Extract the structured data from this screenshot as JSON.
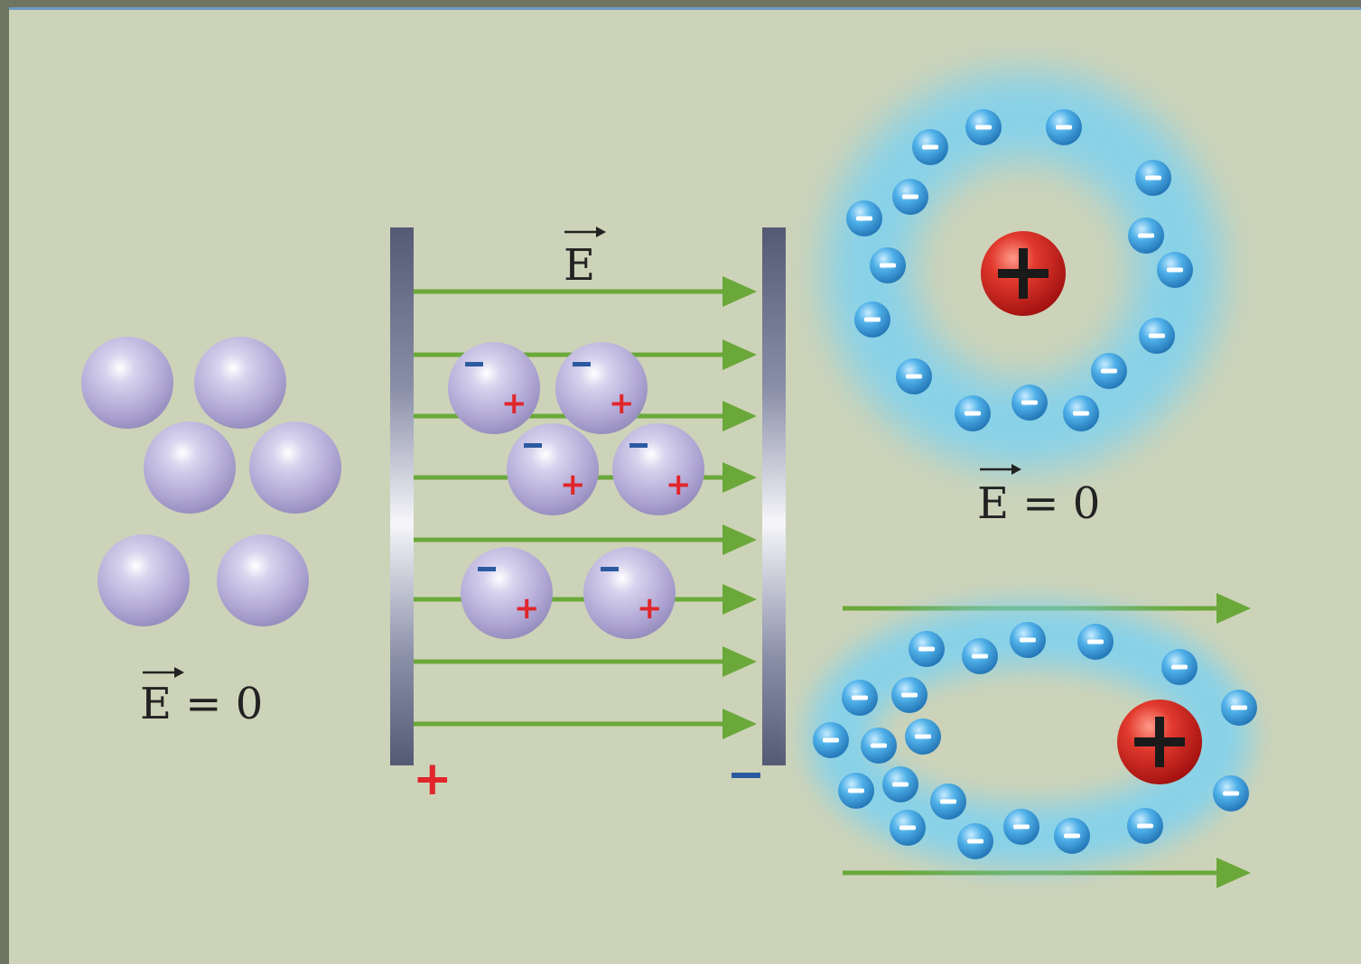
{
  "labels": {
    "field_symbol": "E",
    "field_zero": "E = 0",
    "plus_sign": "+",
    "minus_sign": "−"
  },
  "colors": {
    "background": "#cdd3b8",
    "frame": "#6f7563",
    "field_arrow": "#6aa83a",
    "plate": "#5a6078",
    "plate_glow": "#f4f4f8",
    "molecule": "#b3abd6",
    "positive_charge": "#e0262b",
    "negative_charge": "#2b5aa0",
    "nucleus": "#c41616",
    "electron": "#3d9cd8",
    "electron_cloud": "#7cd2f2"
  },
  "icons": {
    "field_vector": "arrow-over-letter",
    "nucleus": "plus-in-red-sphere",
    "electron": "minus-in-blue-sphere"
  }
}
